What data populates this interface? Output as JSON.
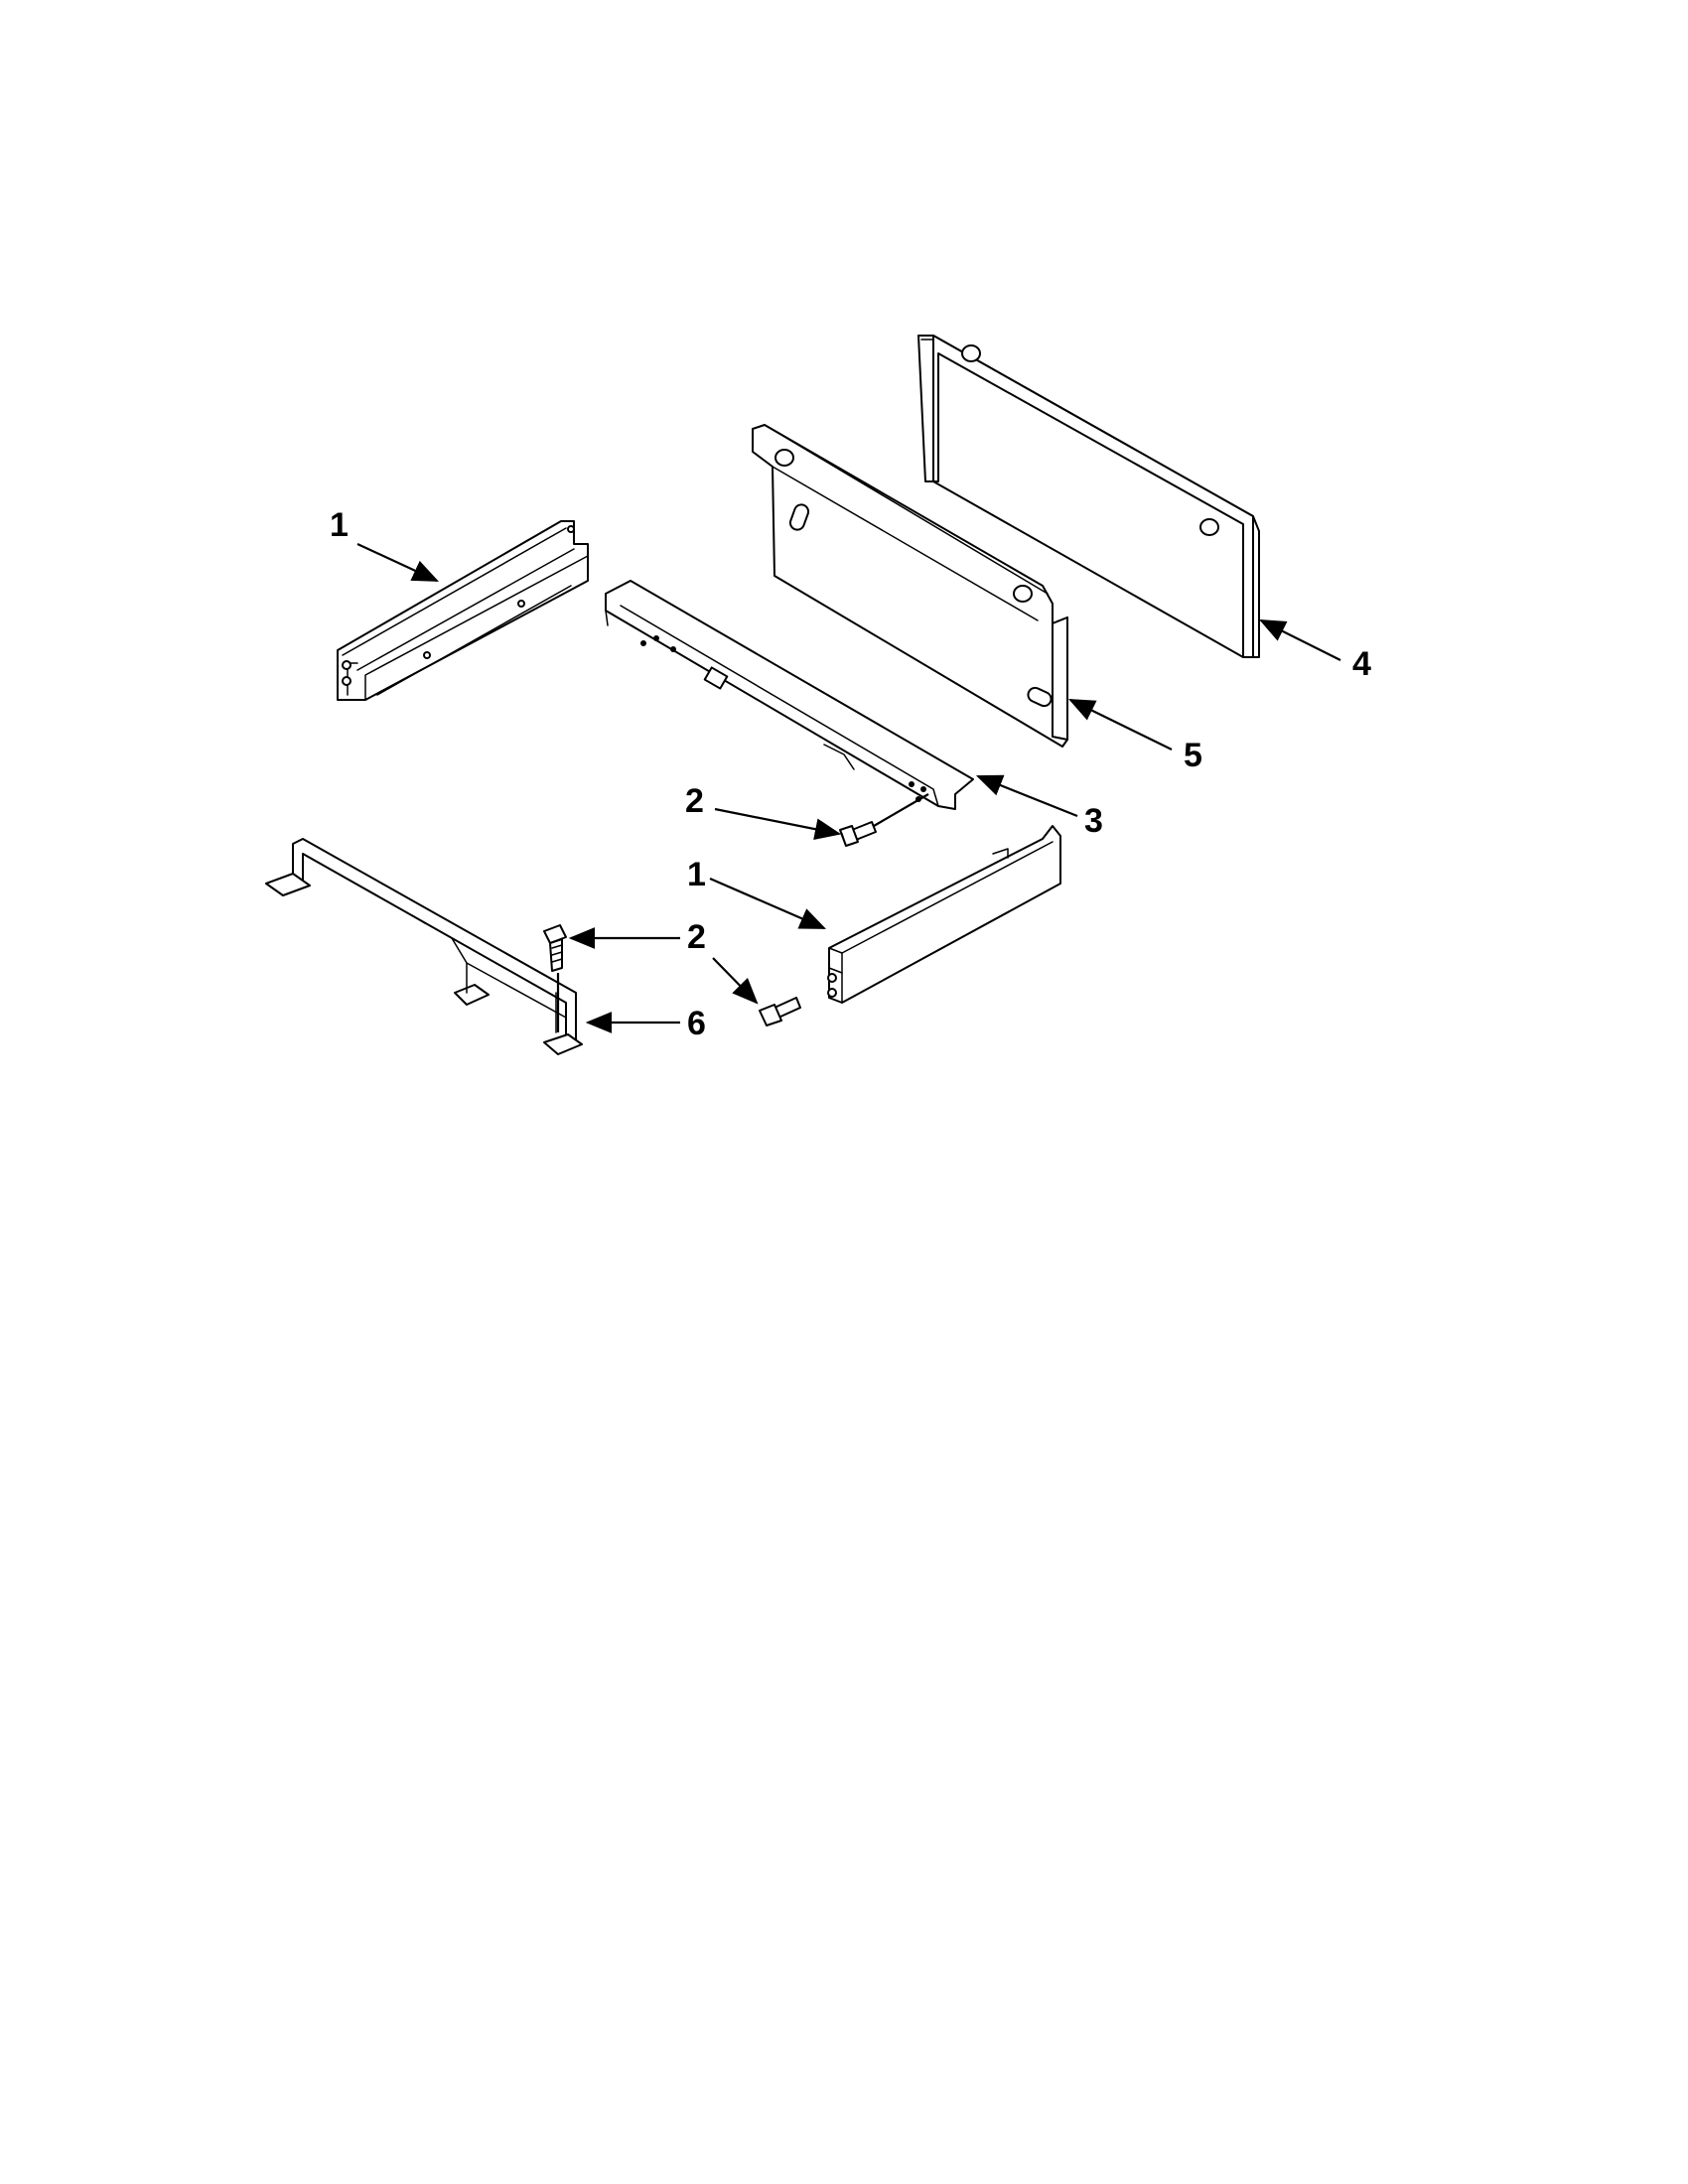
{
  "diagram": {
    "callouts": {
      "c1a": "1",
      "c1b": "1",
      "c2a": "2",
      "c2b": "2",
      "c3": "3",
      "c4": "4",
      "c5": "5",
      "c6": "6"
    }
  }
}
